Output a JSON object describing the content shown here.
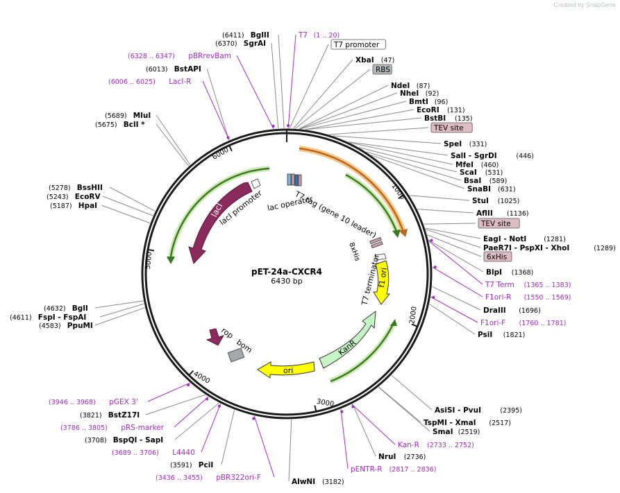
{
  "watermark": "Created by SnapGene",
  "plasmid": {
    "name": "pET-24a-CXCR4",
    "size_label": "6430 bp",
    "length": 6430
  },
  "ticks": [
    {
      "label": "1000",
      "pos": 1000
    },
    {
      "label": "2000",
      "pos": 2000
    },
    {
      "label": "3000",
      "pos": 3000
    },
    {
      "label": "4000",
      "pos": 4000
    },
    {
      "label": "5000",
      "pos": 5000
    },
    {
      "label": "6000",
      "pos": 6000
    }
  ],
  "site_labels": [
    {
      "name": "BglII",
      "pos": "(6411)",
      "kind": "enzyme",
      "site": 6411
    },
    {
      "name": "SgrAI",
      "pos": "(6370)",
      "kind": "enzyme",
      "site": 6370
    },
    {
      "name": "pBRrevBam",
      "pos": "(6328 .. 6347)",
      "kind": "primer",
      "site": 6337
    },
    {
      "name": "BstAPI",
      "pos": "(6013)",
      "kind": "enzyme",
      "site": 6013
    },
    {
      "name": "LacI-R",
      "pos": "(6006 .. 6025)",
      "kind": "primer",
      "site": 6015
    },
    {
      "name": "MluI",
      "pos": "(5689)",
      "kind": "enzyme",
      "site": 5689
    },
    {
      "name": "BclI *",
      "pos": "(5675)",
      "kind": "enzyme",
      "site": 5675
    },
    {
      "name": "BssHII",
      "pos": "(5278)",
      "kind": "enzyme",
      "site": 5278
    },
    {
      "name": "EcoRV",
      "pos": "(5243)",
      "kind": "enzyme",
      "site": 5243
    },
    {
      "name": "HpaI",
      "pos": "(5187)",
      "kind": "enzyme",
      "site": 5187
    },
    {
      "name": "BglI",
      "pos": "(4632)",
      "kind": "enzyme",
      "site": 4632
    },
    {
      "name": "FspI - FspAI",
      "pos": "(4611)",
      "kind": "enzyme",
      "site": 4611
    },
    {
      "name": "PpuMI",
      "pos": "(4583)",
      "kind": "enzyme",
      "site": 4583
    },
    {
      "name": "pGEX 3'",
      "pos": "(3946 .. 3968)",
      "kind": "primer",
      "site": 3957
    },
    {
      "name": "BstZ17I",
      "pos": "(3821)",
      "kind": "enzyme",
      "site": 3821
    },
    {
      "name": "pRS-marker",
      "pos": "(3786 .. 3805)",
      "kind": "primer",
      "site": 3795
    },
    {
      "name": "BspQI - SapI",
      "pos": "(3708)",
      "kind": "enzyme",
      "site": 3708
    },
    {
      "name": "L4440",
      "pos": "(3689 .. 3706)",
      "kind": "primer",
      "site": 3697
    },
    {
      "name": "PciI",
      "pos": "(3591)",
      "kind": "enzyme",
      "site": 3591
    },
    {
      "name": "pBR322ori-F",
      "pos": "(3436 .. 3455)",
      "kind": "primer",
      "site": 3445
    },
    {
      "name": "AlwNI",
      "pos": "(3182)",
      "kind": "enzyme",
      "site": 3182
    },
    {
      "name": "T7",
      "pos": "(1 .. 20)",
      "kind": "primer",
      "site": 10
    },
    {
      "name": "T7 promoter",
      "pos": "",
      "kind": "promoter-box",
      "site": 20
    },
    {
      "name": "XbaI",
      "pos": "(47)",
      "kind": "enzyme",
      "site": 47
    },
    {
      "name": "RBS",
      "pos": "",
      "kind": "rbs-box",
      "site": 60
    },
    {
      "name": "NdeI",
      "pos": "(87)",
      "kind": "enzyme",
      "site": 87
    },
    {
      "name": "NheI",
      "pos": "(92)",
      "kind": "enzyme",
      "site": 92
    },
    {
      "name": "BmtI",
      "pos": "(96)",
      "kind": "enzyme",
      "site": 96
    },
    {
      "name": "EcoRI",
      "pos": "(131)",
      "kind": "enzyme",
      "site": 131
    },
    {
      "name": "BstBI",
      "pos": "(135)",
      "kind": "enzyme",
      "site": 135
    },
    {
      "name": "TEV site",
      "pos": "",
      "kind": "tev-box",
      "site": 300
    },
    {
      "name": "SpeI",
      "pos": "(331)",
      "kind": "enzyme",
      "site": 331
    },
    {
      "name": "SalI - SgrDI",
      "pos": "(446)",
      "kind": "enzyme",
      "site": 446
    },
    {
      "name": "MfeI",
      "pos": "(460)",
      "kind": "enzyme",
      "site": 460
    },
    {
      "name": "ScaI",
      "pos": "(531)",
      "kind": "enzyme",
      "site": 531
    },
    {
      "name": "BsaI",
      "pos": "(589)",
      "kind": "enzyme",
      "site": 589
    },
    {
      "name": "SnaBI",
      "pos": "(631)",
      "kind": "enzyme",
      "site": 631
    },
    {
      "name": "StuI",
      "pos": "(1025)",
      "kind": "enzyme",
      "site": 1025
    },
    {
      "name": "AflII",
      "pos": "(1136)",
      "kind": "enzyme",
      "site": 1136
    },
    {
      "name": "TEV site",
      "pos": "",
      "kind": "tev-box",
      "site": 1250
    },
    {
      "name": "EagI - NotI",
      "pos": "(1281)",
      "kind": "enzyme",
      "site": 1281
    },
    {
      "name": "PaeR7I - PspXI - XhoI",
      "pos": "(1289)",
      "kind": "enzyme",
      "site": 1289
    },
    {
      "name": "6xHis",
      "pos": "",
      "kind": "tev-box",
      "site": 1330
    },
    {
      "name": "BlpI",
      "pos": "(1368)",
      "kind": "enzyme",
      "site": 1368
    },
    {
      "name": "T7 Term",
      "pos": "(1365 .. 1383)",
      "kind": "primer",
      "site": 1374
    },
    {
      "name": "F1ori-R",
      "pos": "(1550 .. 1569)",
      "kind": "primer",
      "site": 1560
    },
    {
      "name": "DraIII",
      "pos": "(1696)",
      "kind": "enzyme",
      "site": 1696
    },
    {
      "name": "F1ori-F",
      "pos": "(1760 .. 1781)",
      "kind": "primer",
      "site": 1770
    },
    {
      "name": "PsiI",
      "pos": "(1821)",
      "kind": "enzyme",
      "site": 1821
    },
    {
      "name": "AsiSI - PvuI",
      "pos": "(2395)",
      "kind": "enzyme",
      "site": 2395
    },
    {
      "name": "TspMI - XmaI",
      "pos": "(2517)",
      "kind": "enzyme",
      "site": 2517
    },
    {
      "name": "SmaI",
      "pos": "(2519)",
      "kind": "enzyme",
      "site": 2519
    },
    {
      "name": "Kan-R",
      "pos": "(2733 .. 2752)",
      "kind": "primer",
      "site": 2742
    },
    {
      "name": "NruI",
      "pos": "(2736)",
      "kind": "enzyme",
      "site": 2736
    },
    {
      "name": "pENTR-R",
      "pos": "(2817 .. 2836)",
      "kind": "primer",
      "site": 2826
    }
  ],
  "features": [
    {
      "label": "lacI",
      "kind": "cds",
      "color": "#8b2a5c"
    },
    {
      "label": "lacI promoter",
      "kind": "promoter",
      "color": "#ffffff"
    },
    {
      "label": "lac operator",
      "kind": "operator",
      "color": "#7fb3d6"
    },
    {
      "label": "T7 tag (gene 10 leader)",
      "kind": "tag",
      "color": "#3d6fbd"
    },
    {
      "label": "8xHis",
      "kind": "tag",
      "color": "#c9a0b0"
    },
    {
      "label": "T7 terminator",
      "kind": "terminator",
      "color": "#ffffff"
    },
    {
      "label": "f1 ori",
      "kind": "origin",
      "color": "#ffff00"
    },
    {
      "label": "KanR",
      "kind": "cds",
      "color": "#c6f5c6"
    },
    {
      "label": "ori",
      "kind": "origin",
      "color": "#ffff00"
    },
    {
      "label": "rop",
      "kind": "cds",
      "color": "#8b2a5c"
    },
    {
      "label": "bom",
      "kind": "misc",
      "color": "#a3a8ad"
    }
  ],
  "colors": {
    "backbone": "#1a1a1a",
    "enzyme_text": "#000000",
    "primer_text": "#a12ac2",
    "tev_box": "#ddbcc6",
    "rbs_box": "#b4b9bd",
    "arc_green": "#3a7a1f",
    "arc_orange": "#e08a1e"
  }
}
